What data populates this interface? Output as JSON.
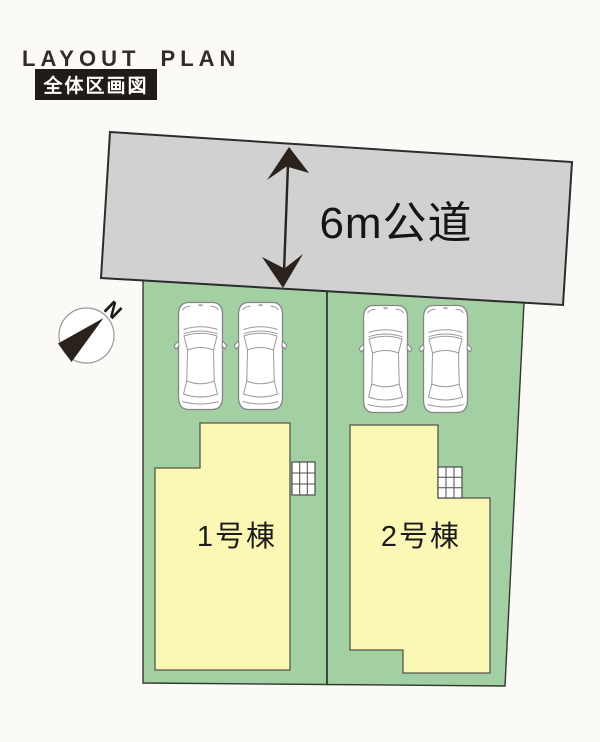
{
  "header": {
    "title": "LAYOUT PLAN",
    "badge": "全体区画図"
  },
  "plan": {
    "road": {
      "label": "6m公道"
    },
    "compass": {
      "label": "N"
    },
    "lots": [
      {
        "name": "lot-1",
        "building_label": "1号棟",
        "parked_cars": 2
      },
      {
        "name": "lot-2",
        "building_label": "2号棟",
        "parked_cars": 2
      }
    ],
    "colors": {
      "road": "#d2d1d1",
      "lot": "#a3d0a2",
      "building": "#fbf7b4",
      "outline": "#32382d",
      "dark": "#2a221b"
    }
  }
}
